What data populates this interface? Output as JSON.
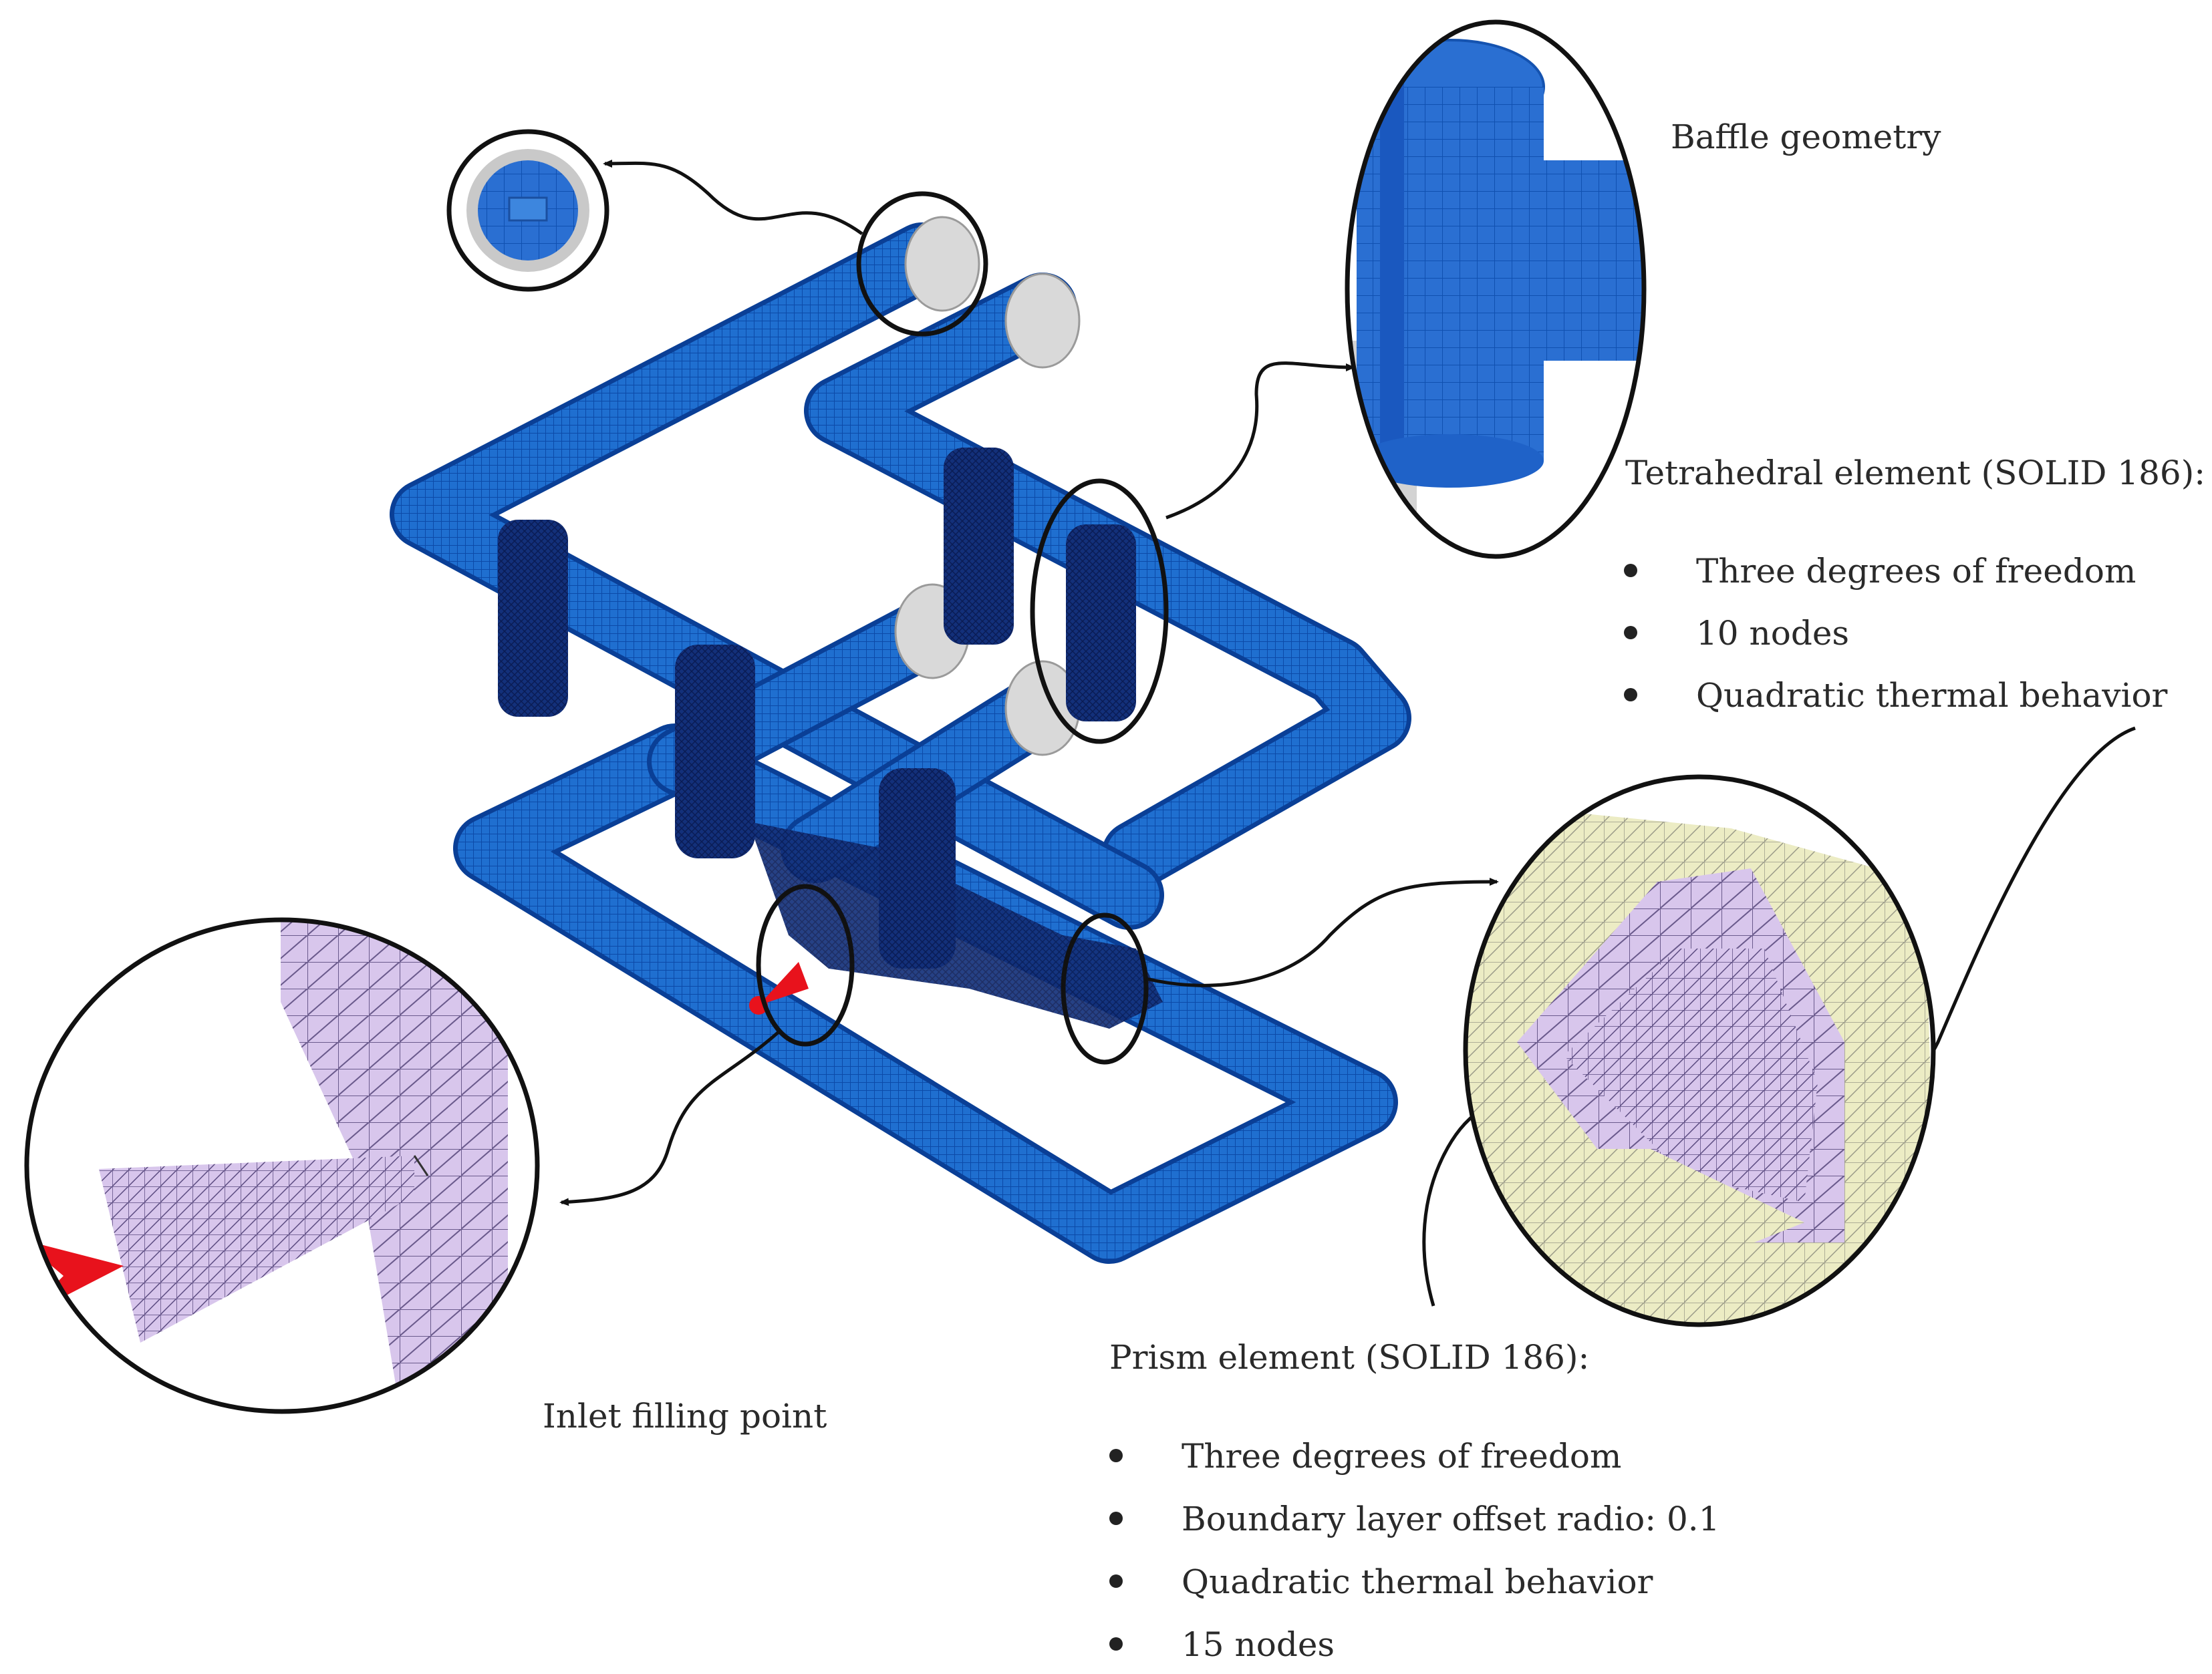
{
  "labels": {
    "baffle": "Baffle geometry",
    "tetra_title": "Tetrahedral element (SOLID 186):",
    "prism_title": "Prism element (SOLID 186):",
    "inlet": "Inlet filling point"
  },
  "tetra_bullets": [
    "Three degrees of freedom",
    "10 nodes",
    "Quadratic thermal behavior"
  ],
  "prism_bullets": [
    "Three degrees of freedom",
    "Boundary layer offset radio: 0.1",
    "Quadratic thermal behavior",
    "15 nodes"
  ],
  "colors": {
    "pipe": "#1f6fd0",
    "pipe_dark": "#0a3f96",
    "riser": "#0f2a6e",
    "cap": "#d9d9d9",
    "mesh_purple": "#d8c6ec",
    "mesh_yellow": "#ececc4",
    "inlet_arrow": "#e8121c"
  }
}
